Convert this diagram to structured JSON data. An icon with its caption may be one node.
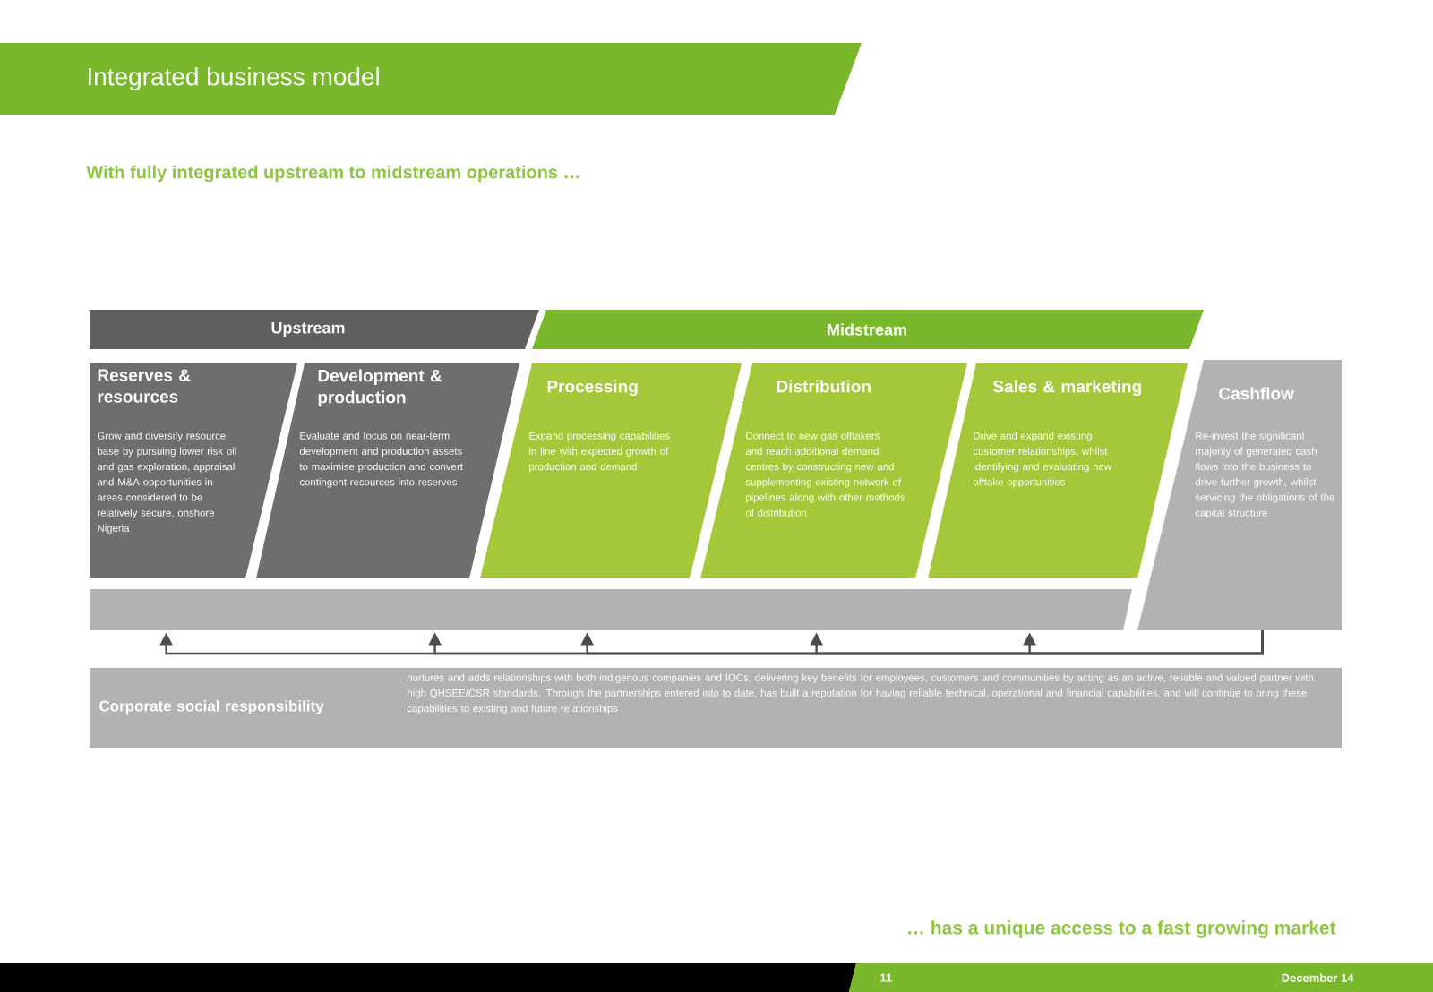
{
  "diagram": {
    "title": "Integrated business model",
    "nodes": [
      {
        "text": [
          "Upstream"
        ]
      },
      {
        "text": [
          "Midstream"
        ]
      },
      {
        "text": [
          "Reserves & resources",
          "Grow and diversify resource base by pursuing lower risk oil and gas exploration, appraisal and M&A opportunities in areas considered to be relatively secure, onshore Nigeria"
        ]
      },
      {
        "text": [
          "Development & production",
          "Evaluate and focus on near-term development and production assets to maximise production and convert contingent resources into reserves"
        ]
      },
      {
        "text": [
          "Processing",
          "Expand processing capabilities in line with expected growth of production and demand"
        ]
      },
      {
        "text": [
          "Distribution",
          "Connect to new gas offtakers and reach additional demand centres by constructing new and supplementing existing network of pipelines along with other methods of distribution"
        ]
      },
      {
        "text": [
          "Sales & marketing",
          "Drive and expand existing customer relationships, whilst identifying and evaluating new offtake opportunities"
        ]
      },
      {
        "text": [
          "Cashflow",
          "Re-invest the significant majority of generated cash flows into the business to drive further growth, whilst servicing the obligations of the capital structure"
        ]
      },
      {
        "text": [],
        "shape": "bar"
      },
      {
        "text": [
          "Corporate social responsibility",
          "nurtures and adds relationships with both indigenous companies and IOCs, delivering key benefits for employees, customers and communities by acting as an active, reliable and valued partner with high QHSEE/CSR standards. Through the partnerships entered into to date, has built a reputation for having reliable technical, operational and financial capabilities, and will continue to bring these capabilities to existing and future relationships"
        ]
      }
    ],
    "edges": [
      {
        "from": 7,
        "to": 8,
        "arrow": "to"
      },
      {
        "from": 7,
        "to": 8,
        "arrow": "to"
      },
      {
        "from": 7,
        "to": 8,
        "arrow": "to"
      },
      {
        "from": 7,
        "to": 8,
        "arrow": "to"
      },
      {
        "from": 7,
        "to": 8,
        "arrow": "to"
      }
    ],
    "labels": [
      "With fully integrated upstream to midstream operations …",
      "… has a unique access to a fast growing market",
      "11",
      "December 14"
    ]
  }
}
